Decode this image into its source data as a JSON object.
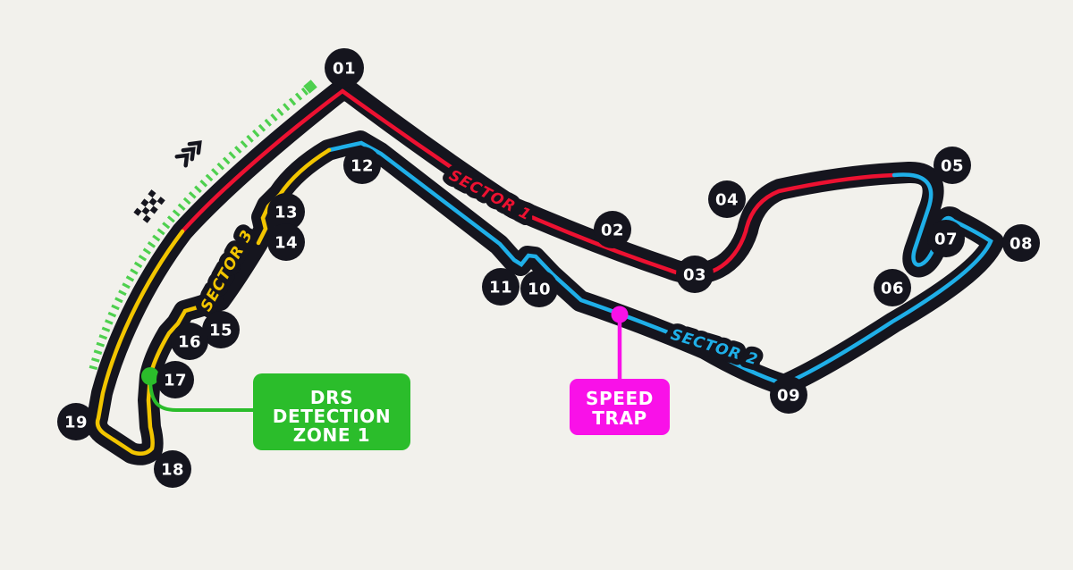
{
  "canvas": {
    "background_color": "#F2F1EC",
    "track_color": "#15151E"
  },
  "sectors": [
    {
      "label": "SECTOR 1",
      "color": "#ED1131"
    },
    {
      "label": "SECTOR 2",
      "color": "#1FAFE8"
    },
    {
      "label": "SECTOR 3",
      "color": "#F2C500"
    }
  ],
  "turns": [
    {
      "number": "01"
    },
    {
      "number": "02"
    },
    {
      "number": "03"
    },
    {
      "number": "04"
    },
    {
      "number": "05"
    },
    {
      "number": "06"
    },
    {
      "number": "07"
    },
    {
      "number": "08"
    },
    {
      "number": "09"
    },
    {
      "number": "10"
    },
    {
      "number": "11"
    },
    {
      "number": "12"
    },
    {
      "number": "13"
    },
    {
      "number": "14"
    },
    {
      "number": "15"
    },
    {
      "number": "16"
    },
    {
      "number": "17"
    },
    {
      "number": "18"
    },
    {
      "number": "19"
    }
  ],
  "drs": {
    "lines": [
      "DRS",
      "DETECTION",
      "ZONE 1"
    ],
    "box_color": "#2BBD2B",
    "dash_color": "#4ED04E"
  },
  "speed_trap": {
    "lines": [
      "SPEED",
      "TRAP"
    ],
    "color": "#F911E8"
  }
}
